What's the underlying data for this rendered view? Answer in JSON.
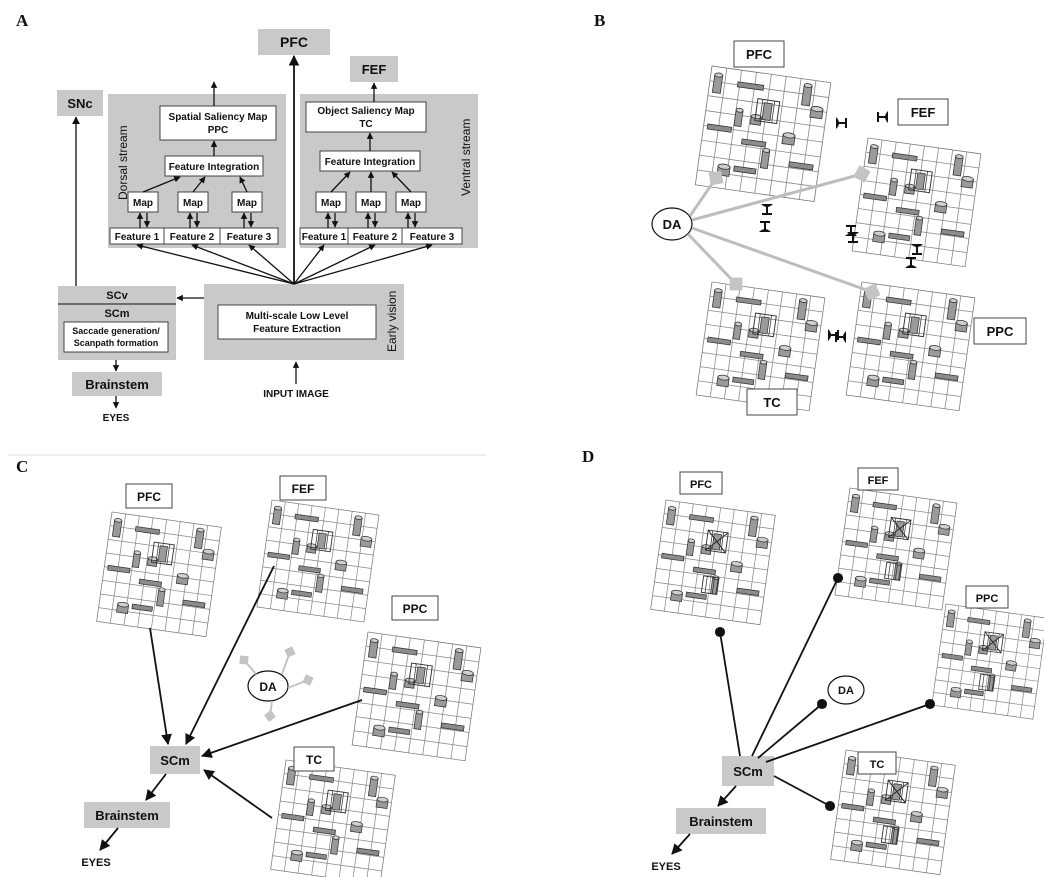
{
  "panels": {
    "a": {
      "letter": "A",
      "snc": "SNc",
      "pfc": "PFC",
      "fef": "FEF",
      "dorsal_stream": "Dorsal stream",
      "ventral_stream": "Ventral stream",
      "early_vision": "Early vision",
      "spatial_map_line1": "Spatial Saliency Map",
      "spatial_map_line2": "PPC",
      "object_map_line1": "Object Saliency Map",
      "object_map_line2": "TC",
      "feature_integration": "Feature Integration",
      "map": "Map",
      "feature1": "Feature 1",
      "feature2": "Feature 2",
      "feature3": "Feature 3",
      "scv": "SCv",
      "scm": "SCm",
      "saccade_line1": "Saccade generation/",
      "saccade_line2": "Scanpath formation",
      "lowlevel_line1": "Multi-scale Low Level",
      "lowlevel_line2": "Feature Extraction",
      "brainstem": "Brainstem",
      "eyes": "EYES",
      "input_image": "INPUT IMAGE"
    },
    "b": {
      "letter": "B",
      "pfc": "PFC",
      "fef": "FEF",
      "ppc": "PPC",
      "tc": "TC",
      "da": "DA"
    },
    "c": {
      "letter": "C",
      "pfc": "PFC",
      "fef": "FEF",
      "ppc": "PPC",
      "tc": "TC",
      "da": "DA",
      "scm": "SCm",
      "brainstem": "Brainstem",
      "eyes": "EYES"
    },
    "d": {
      "letter": "D",
      "pfc": "PFC",
      "fef": "FEF",
      "ppc": "PPC",
      "tc": "TC",
      "da": "DA",
      "scm": "SCm",
      "brainstem": "Brainstem",
      "eyes": "EYES"
    }
  }
}
